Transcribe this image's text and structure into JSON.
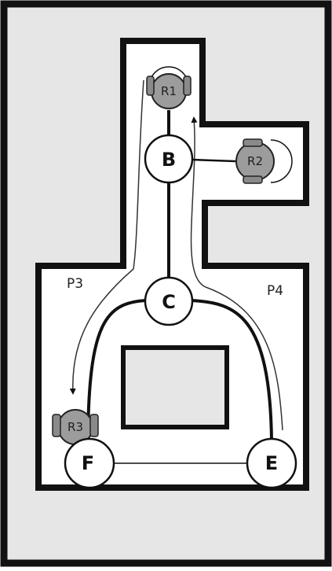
{
  "diagram": {
    "colors": {
      "background": "#e6e6e6",
      "corridor": "#ffffff",
      "wall": "#111111",
      "robot": "#9c9c9c",
      "wheel": "#8a8a8a"
    },
    "nodes": {
      "b": "B",
      "c": "C",
      "e": "E",
      "f": "F"
    },
    "robots": {
      "r1": "R1",
      "r2": "R2",
      "r3": "R3"
    },
    "paths": {
      "p3": "P3",
      "p4": "P4"
    },
    "edges": [
      "R1-B",
      "B-R2",
      "B-C",
      "C-F",
      "C-E",
      "F-E"
    ]
  }
}
